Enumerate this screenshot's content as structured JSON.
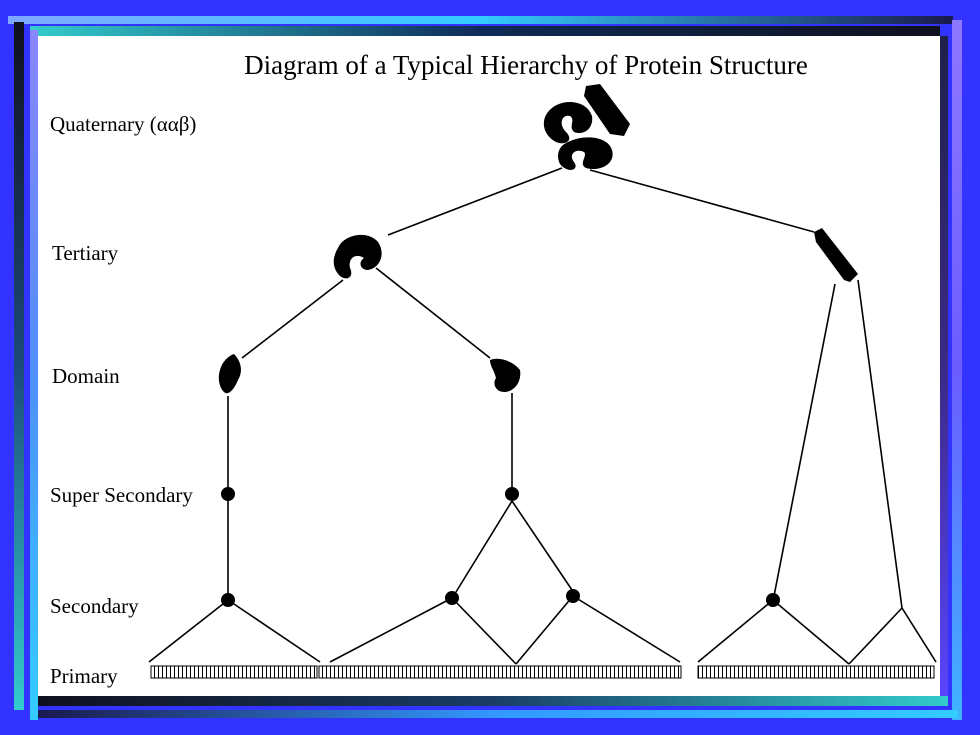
{
  "title": "Diagram of a Typical Hierarchy of Protein Structure",
  "levels": {
    "quaternary": "Quaternary (ααβ)",
    "tertiary": "Tertiary",
    "domain": "Domain",
    "super_secondary": "Super Secondary",
    "secondary": "Secondary",
    "primary": "Primary"
  },
  "colors": {
    "background": "#3333ff",
    "panel": "#ffffff",
    "ink": "#000000"
  }
}
